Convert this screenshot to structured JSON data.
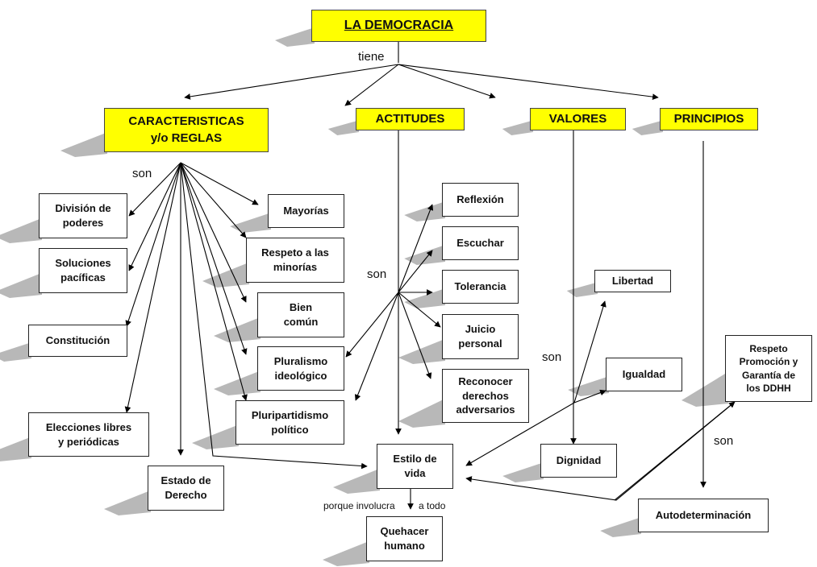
{
  "title": "LA DEMOCRACIA",
  "connectors": {
    "tiene": "tiene",
    "son_caracteristicas": "son",
    "son_actitudes": "son",
    "son_valores": "son",
    "son_principios": "son",
    "porque_involucra": "porque involucra",
    "a_todo": "a todo"
  },
  "categories": {
    "caracteristicas": "CARACTERISTICAS\ny/o REGLAS",
    "actitudes": "ACTITUDES",
    "valores": "VALORES",
    "principios": "PRINCIPIOS"
  },
  "caracteristicas_items": {
    "division": "División de\npoderes",
    "soluciones": "Soluciones\npacíficas",
    "constitucion": "Constitución",
    "elecciones": "Elecciones libres\ny periódicas",
    "estado": "Estado de\nDerecho",
    "mayorias": "Mayorías",
    "respeto_minorias": "Respeto a las\nminorías",
    "bien_comun": "Bien\ncomún",
    "pluralismo": "Pluralismo\nideológico",
    "pluripartidismo": "Pluripartidismo\npolítico"
  },
  "actitudes_items": {
    "reflexion": "Reflexión",
    "escuchar": "Escuchar",
    "tolerancia": "Tolerancia",
    "juicio": "Juicio\npersonal",
    "reconocer": "Reconocer\nderechos\nadversarios"
  },
  "valores_items": {
    "libertad": "Libertad",
    "igualdad": "Igualdad",
    "dignidad": "Dignidad"
  },
  "principios_items": {
    "respeto_ddhh": "Respeto\nPromoción y\nGarantía de\nlos DDHH",
    "autodeterminacion": "Autodeterminación"
  },
  "center": {
    "estilo": "Estilo de\nvida",
    "quehacer": "Quehacer\nhumano"
  },
  "colors": {
    "highlight": "#ffff00",
    "shadow": "#b8b8b8",
    "line": "#000000"
  }
}
